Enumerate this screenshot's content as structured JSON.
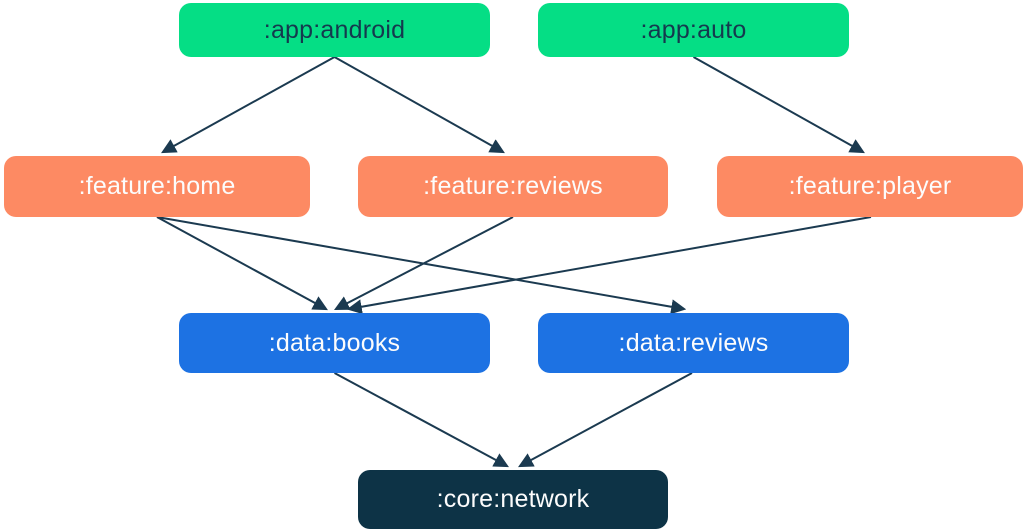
{
  "diagram": {
    "type": "dependency-graph",
    "nodes": [
      {
        "id": "app-android",
        "label": ":app:android",
        "type": "app"
      },
      {
        "id": "app-auto",
        "label": ":app:auto",
        "type": "app"
      },
      {
        "id": "feature-home",
        "label": ":feature:home",
        "type": "feature"
      },
      {
        "id": "feature-reviews",
        "label": ":feature:reviews",
        "type": "feature"
      },
      {
        "id": "feature-player",
        "label": ":feature:player",
        "type": "feature"
      },
      {
        "id": "data-books",
        "label": ":data:books",
        "type": "data"
      },
      {
        "id": "data-reviews",
        "label": ":data:reviews",
        "type": "data"
      },
      {
        "id": "core-network",
        "label": ":core:network",
        "type": "core"
      }
    ],
    "edges": [
      {
        "from": "app-android",
        "to": "feature-home"
      },
      {
        "from": "app-android",
        "to": "feature-reviews"
      },
      {
        "from": "app-auto",
        "to": "feature-player"
      },
      {
        "from": "feature-home",
        "to": "data-books"
      },
      {
        "from": "feature-home",
        "to": "data-reviews"
      },
      {
        "from": "feature-reviews",
        "to": "data-books"
      },
      {
        "from": "feature-player",
        "to": "data-books"
      },
      {
        "from": "data-books",
        "to": "core-network"
      },
      {
        "from": "data-reviews",
        "to": "core-network"
      }
    ],
    "colors": {
      "app": "#05DE85",
      "feature": "#FD8A63",
      "data": "#1D72E3",
      "core": "#0D3346",
      "edge": "#1B3A50",
      "text_on_app": "#15394E",
      "text_on_dark": "#FCFCFC"
    }
  }
}
